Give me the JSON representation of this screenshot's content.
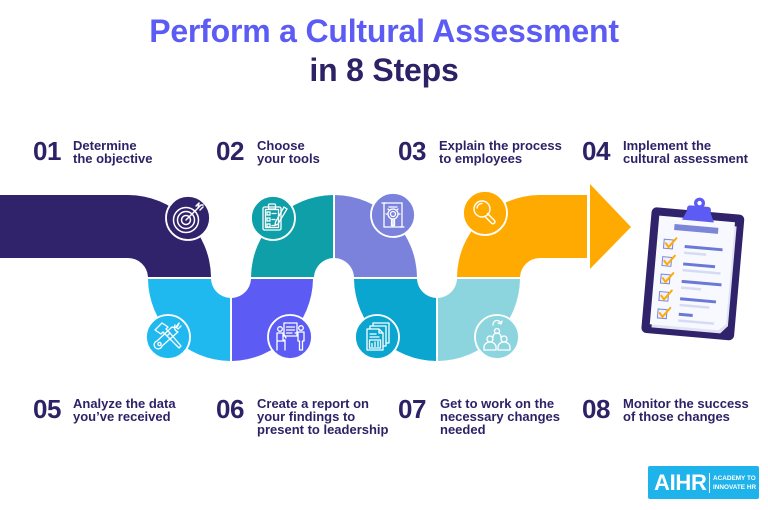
{
  "title": {
    "line1": "Perform a Cultural Assessment",
    "line2": "in 8 Steps"
  },
  "steps": [
    {
      "number": "01",
      "lines": [
        "Determine",
        "the objective"
      ],
      "icon": "target",
      "color": "#30226b"
    },
    {
      "number": "02",
      "lines": [
        "Choose",
        "your tools"
      ],
      "icon": "clipboard-checklist",
      "color": "#0e9fa8"
    },
    {
      "number": "03",
      "lines": [
        "Explain the process",
        "to employees"
      ],
      "icon": "document-search",
      "color": "#7a82dc"
    },
    {
      "number": "04",
      "lines": [
        "Implement the",
        "cultural assessment"
      ],
      "icon": "magnifying-glass",
      "color": "#ffaa00"
    },
    {
      "number": "05",
      "lines": [
        "Analyze the data",
        "you’ve received"
      ],
      "icon": "hammer-wrench",
      "color": "#1fb9ef"
    },
    {
      "number": "06",
      "lines": [
        "Create a report on",
        "your findings to",
        "present to leadership"
      ],
      "icon": "presentation",
      "color": "#5c5cf4"
    },
    {
      "number": "07",
      "lines": [
        "Get to work on the",
        "necessary changes",
        "needed"
      ],
      "icon": "report-documents",
      "color": "#0aa6d0"
    },
    {
      "number": "08",
      "lines": [
        "Monitor the success",
        "of those changes"
      ],
      "icon": "team-cycle",
      "color": "#8dd5de"
    }
  ],
  "illustration": {
    "icon": "clipboard-checklist",
    "board_color": "#30226b",
    "clip_color": "#5c5cf4",
    "check_color": "#ffaa00",
    "line_color": "#6b79d6"
  },
  "logo": {
    "mark": "AIHR",
    "tagline_line1": "ACADEMY TO",
    "tagline_line2": "INNOVATE HR",
    "color": "#1fb3ec"
  },
  "colors": {
    "title_accent": "#5c5cf4",
    "text_dark": "#2e2266",
    "background": "#ffffff"
  }
}
